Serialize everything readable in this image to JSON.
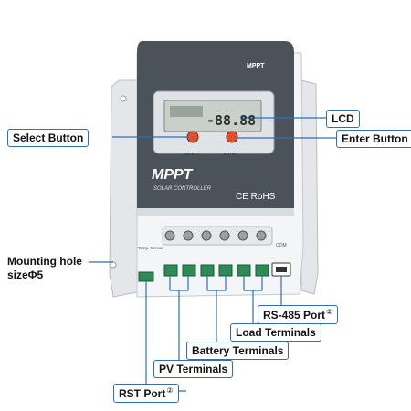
{
  "device": {
    "top_label": "MPPT",
    "brand_big": "MPPT",
    "brand_sub": "SOLAR CONTROLLER",
    "cert": "CE RoHS",
    "lcd_digits": "-88.88",
    "select_small": "SELECT",
    "enter_small": "ENTER",
    "temp_sensor": "Temp. Sensor",
    "com": "COM"
  },
  "callouts": {
    "lcd": "LCD",
    "select_button": "Select Button",
    "enter_button": "Enter Button",
    "mounting_hole_line1": "Mounting hole",
    "mounting_hole_line2": "sizeΦ5",
    "rs485": "RS-485 Port",
    "rs485_note": "②",
    "load_terminals": "Load Terminals",
    "battery_terminals": "Battery Terminals",
    "pv_terminals": "PV Terminals",
    "rst_port": "RST Port",
    "rst_note": "②"
  },
  "colors": {
    "panel_dark": "#4a5058",
    "body_white": "#f2f3f5",
    "callout_border": "#2f6fb5",
    "terminal_green": "#2e8b57",
    "select_btn": "#e0502a",
    "enter_btn": "#e0502a"
  }
}
